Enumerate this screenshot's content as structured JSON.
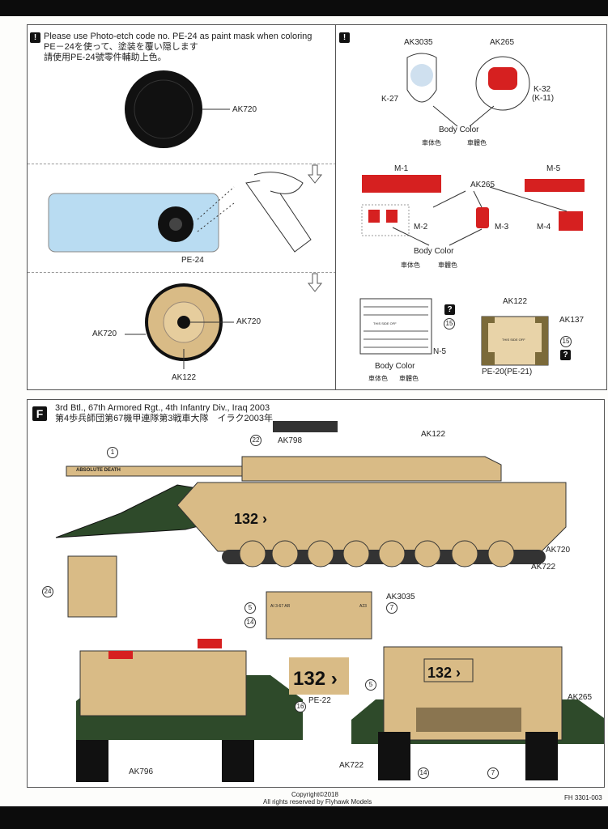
{
  "colors": {
    "sand": "#d9bb86",
    "green": "#2e4a2a",
    "red": "#d62020",
    "mask": "#b9dcf2"
  },
  "panel_a": {
    "note_en": "Please use Photo-etch code no. PE-24 as paint mask when coloring",
    "note_jp": "PE－24を使って、塗装を覆い隠します",
    "note_cn": "請使用PE-24號零件輔助上色。",
    "ak720_a": "AK720",
    "pe24": "PE-24",
    "ak720_b": "AK720",
    "ak720_c": "AK720",
    "ak122": "AK122"
  },
  "panel_b": {
    "ak3035": "AK3035",
    "ak265_a": "AK265",
    "k27": "K-27",
    "k32": "K-32",
    "k11": "(K-11)",
    "body_color_a": "Body Color",
    "body_jp_a": "車体色",
    "body_cn_a": "車體色",
    "m1": "M-1",
    "m5": "M-5",
    "ak265_b": "AK265",
    "m2": "M-2",
    "m3": "M-3",
    "m4": "M-4",
    "body_color_b": "Body Color",
    "body_jp_b": "車体色",
    "body_cn_b": "車體色",
    "n5": "N-5",
    "decal_15a": "15",
    "q_a": "?",
    "this_side_a": "THIS SIDE OFF",
    "body_color_c": "Body Color",
    "body_jp_c": "車体色",
    "body_cn_c": "車體色",
    "ak122": "AK122",
    "ak137": "AK137",
    "decal_15b": "15",
    "q_b": "?",
    "this_side_b": "THIS SIDE OFF",
    "pe20": "PE-20(PE-21)"
  },
  "panel_f": {
    "letter": "F",
    "title_en": "3rd Btl., 67th Armored Rgt., 4th Infantry Div., Iraq 2003",
    "title_jp": "第4歩兵師団第67機甲連隊第3戦車大隊　イラク2003年",
    "decal_1": "1",
    "decal_22": "22",
    "ak798": "AK798",
    "ak122": "AK122",
    "absolute_death": "ABSOLUTE DEATH",
    "number": "132",
    "ak720": "AK720",
    "ak722_a": "AK722",
    "decal_24": "24",
    "decal_5a": "5",
    "decal_14a": "14",
    "ak3035": "AK3035",
    "decal_7a": "7",
    "bumper_a": "AI 3-67 AR",
    "bumper_b": "A23",
    "pe22": "PE-22",
    "decal_16": "16",
    "decal_5b": "5",
    "ak265": "AK265",
    "ak796": "AK796",
    "ak722_b": "AK722",
    "decal_14b": "14",
    "decal_7b": "7"
  },
  "footer": {
    "copyright": "Copyright©2018",
    "rights": "All rights reserved by Flyhawk Models",
    "code": "FH 3301-003"
  }
}
